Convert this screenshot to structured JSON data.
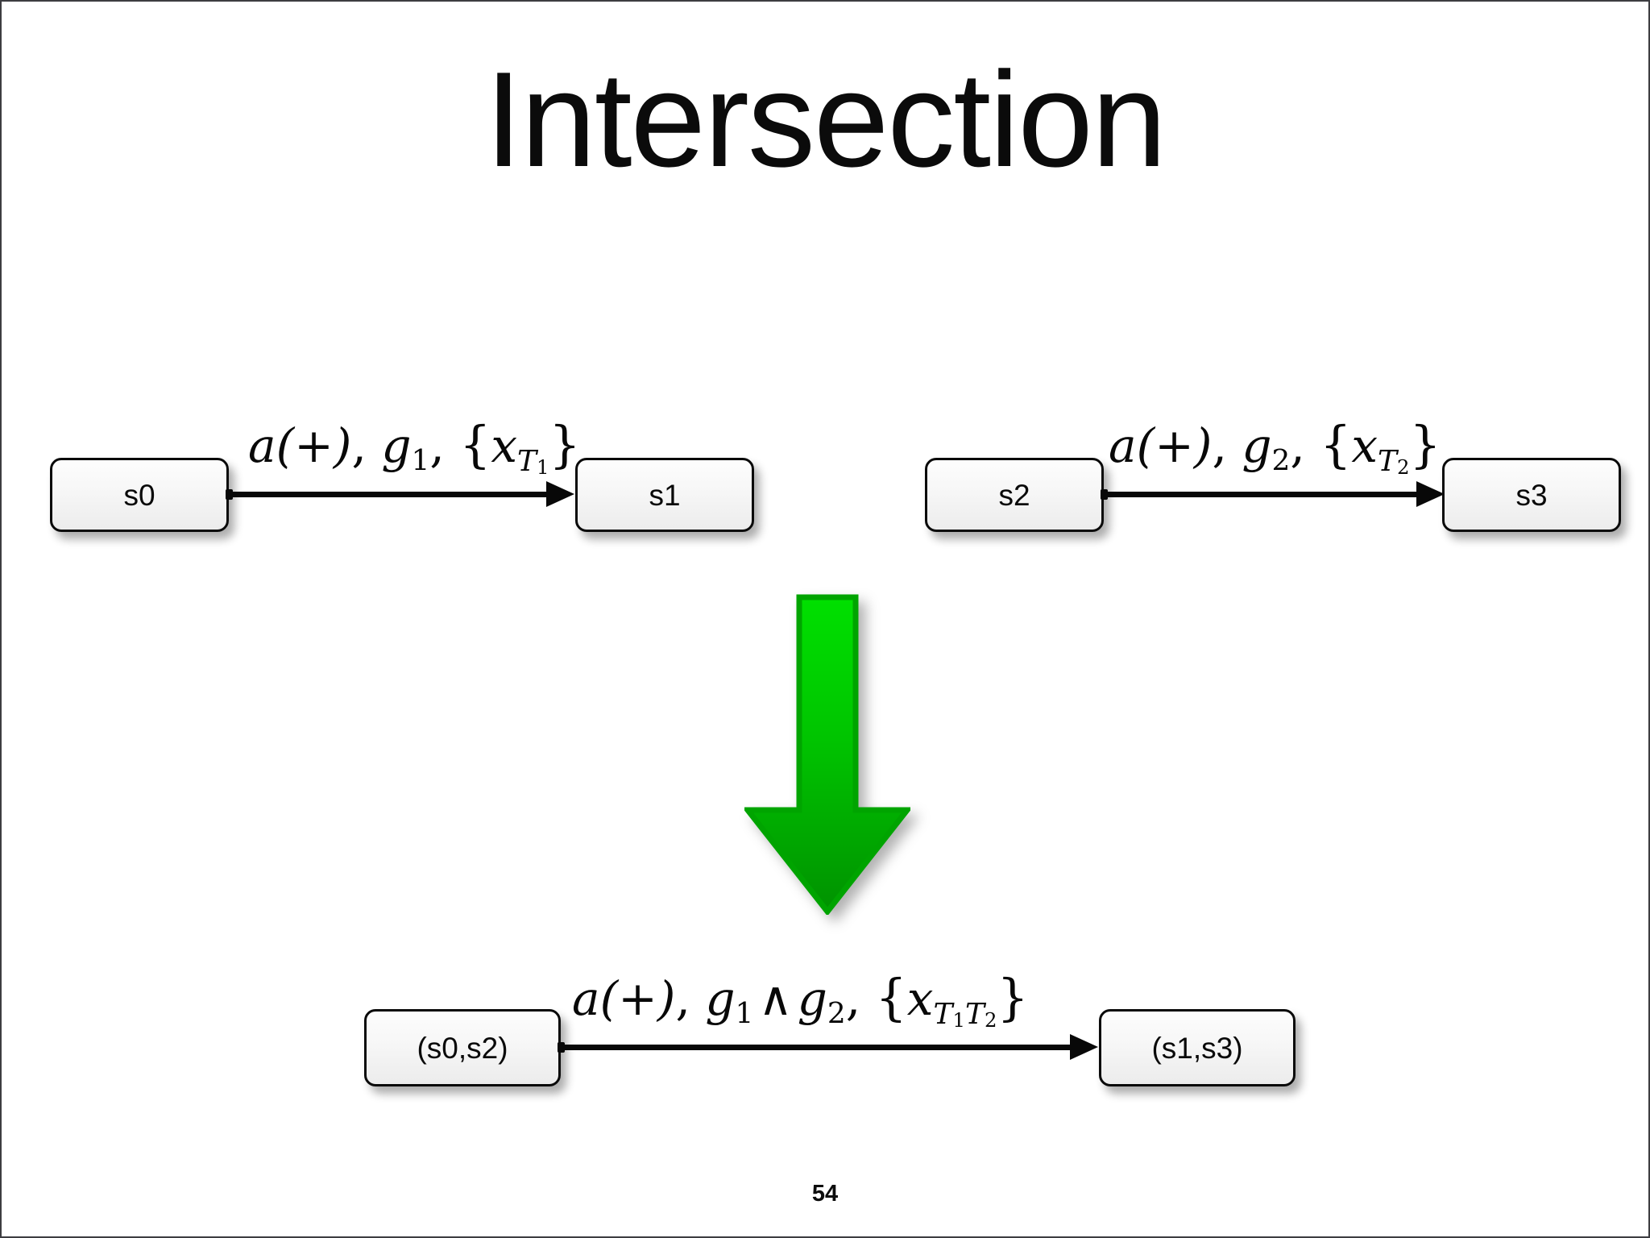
{
  "slide": {
    "title": "Intersection",
    "page_number": "54",
    "background_color": "#ffffff",
    "frame_color": "#3d3d41"
  },
  "diagram": {
    "type": "state-transition-automata-intersection",
    "top_row": {
      "automaton_left": {
        "source_state": "s0",
        "target_state": "s1",
        "transition_label": {
          "action": "a(+)",
          "guard": "g",
          "guard_sub": "1",
          "reset_var": "x",
          "reset_sub": "T",
          "reset_subsub": "1",
          "plain": "a(+), g1, {xT1}"
        }
      },
      "automaton_right": {
        "source_state": "s2",
        "target_state": "s3",
        "transition_label": {
          "action": "a(+)",
          "guard": "g",
          "guard_sub": "2",
          "reset_var": "x",
          "reset_sub": "T",
          "reset_subsub": "2",
          "plain": "a(+), g2, {xT2}"
        }
      }
    },
    "operator_arrow": {
      "icon": "down-block-arrow",
      "direction": "down",
      "fill_top_color": "#00dd00",
      "fill_bottom_color": "#009400",
      "stroke_color": "#00a000"
    },
    "bottom_row": {
      "product_automaton": {
        "source_state": "(s0,s2)",
        "target_state": "(s1,s3)",
        "transition_label": {
          "action": "a(+)",
          "guard_1": "g",
          "guard_1_sub": "1",
          "conjunction": "∧",
          "guard_2": "g",
          "guard_2_sub": "2",
          "reset_var": "x",
          "reset_sub_a": "T",
          "reset_subsub_a": "1",
          "reset_sub_b": "T",
          "reset_subsub_b": "2",
          "plain": "a(+), g1 ∧ g2, {xT1T2}"
        }
      }
    }
  }
}
